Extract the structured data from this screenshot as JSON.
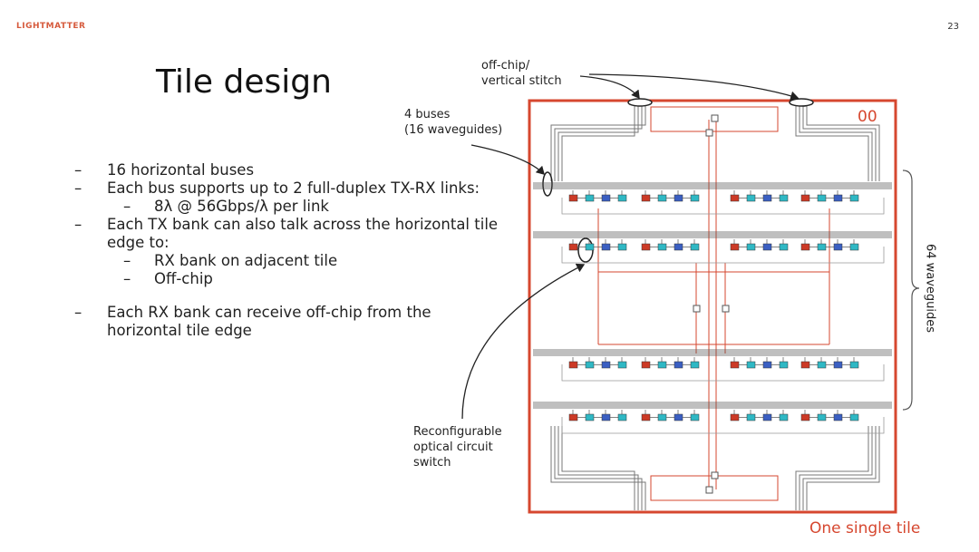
{
  "slide": {
    "logo": "LIGHTMATTER",
    "page_number": "23",
    "title": "Tile design"
  },
  "bullets": [
    {
      "level": 1,
      "text": "16 horizontal buses"
    },
    {
      "level": 1,
      "text": "Each bus supports up to 2 full-duplex TX-RX links:"
    },
    {
      "level": 2,
      "text": "8λ @ 56Gbps/λ per link"
    },
    {
      "level": 1,
      "text": "Each TX bank can also talk across the horizontal tile edge to:"
    },
    {
      "level": 2,
      "text": "RX bank on adjacent tile"
    },
    {
      "level": 2,
      "text": "Off-chip"
    },
    {
      "level": 1,
      "text": "Each RX bank can receive off-chip from the horizontal tile edge"
    }
  ],
  "annotations": {
    "stitch_line1": "off-chip/",
    "stitch_line2": "vertical stitch",
    "buses_line1": "4 buses",
    "buses_line2": "(16 waveguides)",
    "switch_line1": "Reconfigurable",
    "switch_line2": "optical circuit",
    "switch_line3": "switch",
    "waveguides": "64 waveguides",
    "tile_id": "00",
    "tile_caption": "One single tile"
  },
  "colors": {
    "accent": "#d6472f",
    "tx_bank": "#cc3a26",
    "rx_bank": "#2fb8c4",
    "mid_bank": "#3b5fc2",
    "bus_line": "#555555"
  }
}
